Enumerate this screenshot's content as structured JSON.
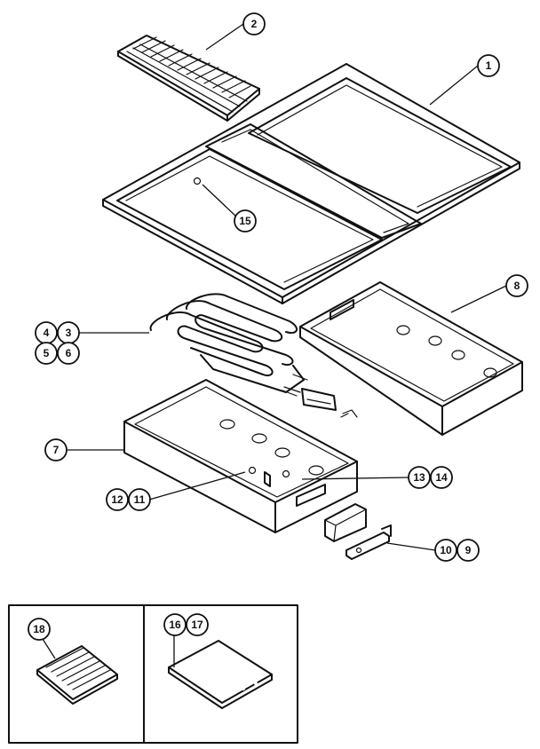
{
  "diagram": {
    "callouts": [
      {
        "id": "c1",
        "label": "1"
      },
      {
        "id": "c2",
        "label": "2"
      },
      {
        "id": "c3",
        "label": "3"
      },
      {
        "id": "c4",
        "label": "4"
      },
      {
        "id": "c5",
        "label": "5"
      },
      {
        "id": "c6",
        "label": "6"
      },
      {
        "id": "c7",
        "label": "7"
      },
      {
        "id": "c8",
        "label": "8"
      },
      {
        "id": "c9",
        "label": "9"
      },
      {
        "id": "c10",
        "label": "10"
      },
      {
        "id": "c11",
        "label": "11"
      },
      {
        "id": "c12",
        "label": "12"
      },
      {
        "id": "c13",
        "label": "13"
      },
      {
        "id": "c14",
        "label": "14"
      },
      {
        "id": "c15",
        "label": "15"
      },
      {
        "id": "c16",
        "label": "16"
      },
      {
        "id": "c17",
        "label": "17"
      },
      {
        "id": "c18",
        "label": "18"
      }
    ],
    "colors": {
      "ink": "#111111",
      "paper": "#ffffff"
    }
  }
}
